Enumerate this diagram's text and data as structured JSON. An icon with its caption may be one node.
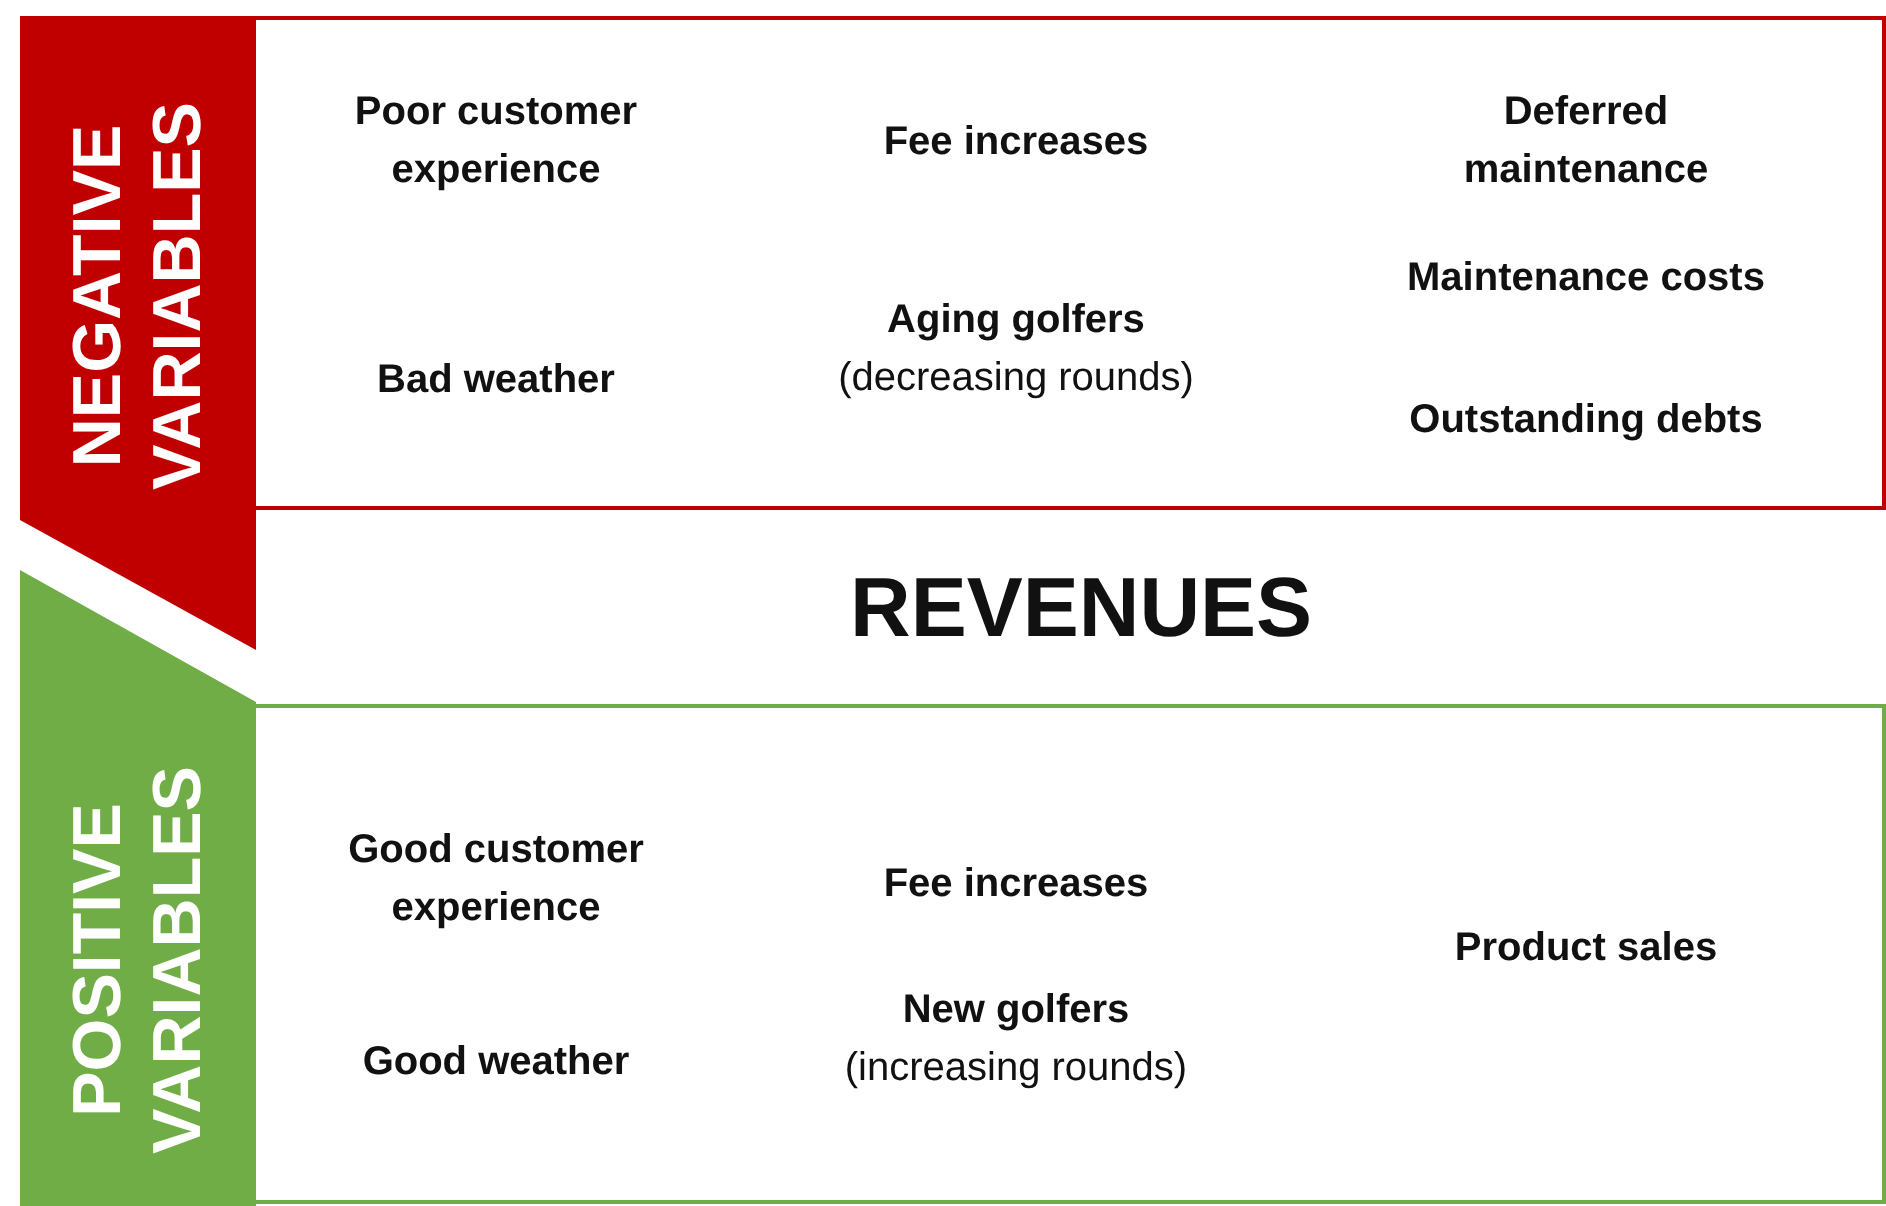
{
  "diagram": {
    "nodes": [
      {
        "text": [
          "NEGATIVE VARIABLES"
        ]
      },
      {
        "text": [
          "Poor customer experience",
          "Fee increases",
          "Deferred maintenance",
          "Maintenance costs",
          "Bad weather",
          "**Aging golfers** (decreasing rounds)",
          "Outstanding debts"
        ]
      },
      {
        "text": [
          "REVENUES"
        ]
      },
      {
        "text": [
          "POSITIVE VARIABLES"
        ]
      },
      {
        "text": [
          "Good customer experience",
          "Fee increases",
          "Product sales",
          "Good weather",
          "**New golfers** (increasing rounds)"
        ]
      }
    ]
  }
}
